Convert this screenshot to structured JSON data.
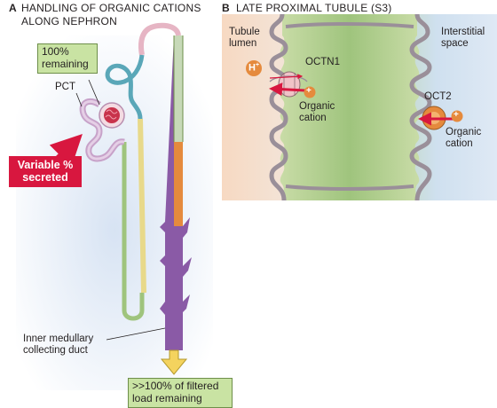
{
  "panel_a": {
    "letter": "A",
    "title_line1": "HANDLING OF ORGANIC CATIONS",
    "title_line2": "ALONG NEPHRON",
    "pct_label": "PCT",
    "remaining_line1": "100%",
    "remaining_line2": "remaining",
    "secreted_line1": "Variable %",
    "secreted_line2": "secreted",
    "imcd_line1": "Inner medullary",
    "imcd_line2": "collecting duct",
    "filtered_line1": ">>100% of filtered",
    "filtered_line2": "load remaining"
  },
  "panel_b": {
    "letter": "B",
    "title": "LATE PROXIMAL TUBULE (S3)",
    "lumen_line1": "Tubule",
    "lumen_line2": "lumen",
    "interstitial_line1": "Interstitial",
    "interstitial_line2": "space",
    "hplus_base": "H",
    "hplus_sup": "+",
    "octn1": "OCTN1",
    "oct2": "OCT2",
    "cation_left_line1": "Organic",
    "cation_left_line2": "cation",
    "cation_right_line1": "Organic",
    "cation_right_line2": "cation",
    "plus_sign": "+"
  },
  "colors": {
    "secreted_box": "#d8173f",
    "callout_box": "#c9e3a3",
    "collecting_duct": "#8a5aa6",
    "cell_green": "#a9c98a",
    "membrane": "#9a8f99"
  }
}
